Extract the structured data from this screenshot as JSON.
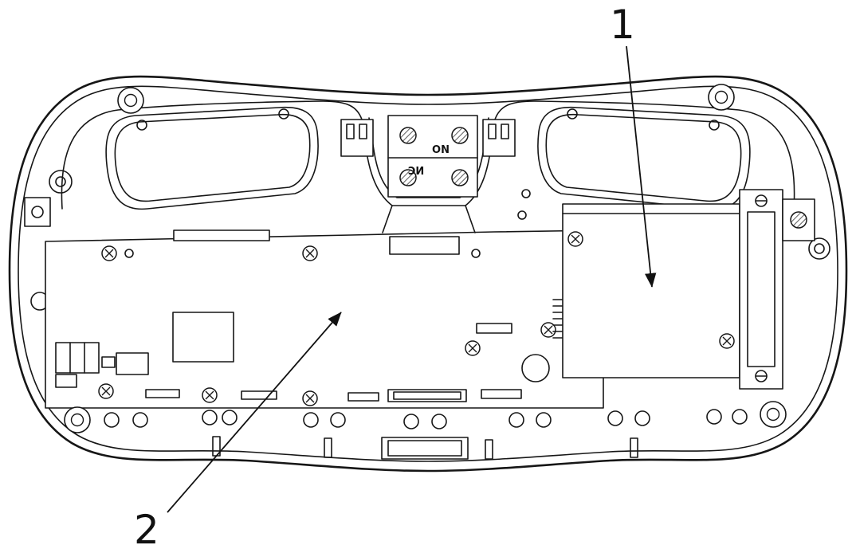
{
  "figure": {
    "callouts": {
      "one": "1",
      "two": "2"
    },
    "markings": {
      "on": "ON",
      "nc": "NC"
    },
    "colors": {
      "line": "#161616",
      "background": "#ffffff"
    }
  }
}
